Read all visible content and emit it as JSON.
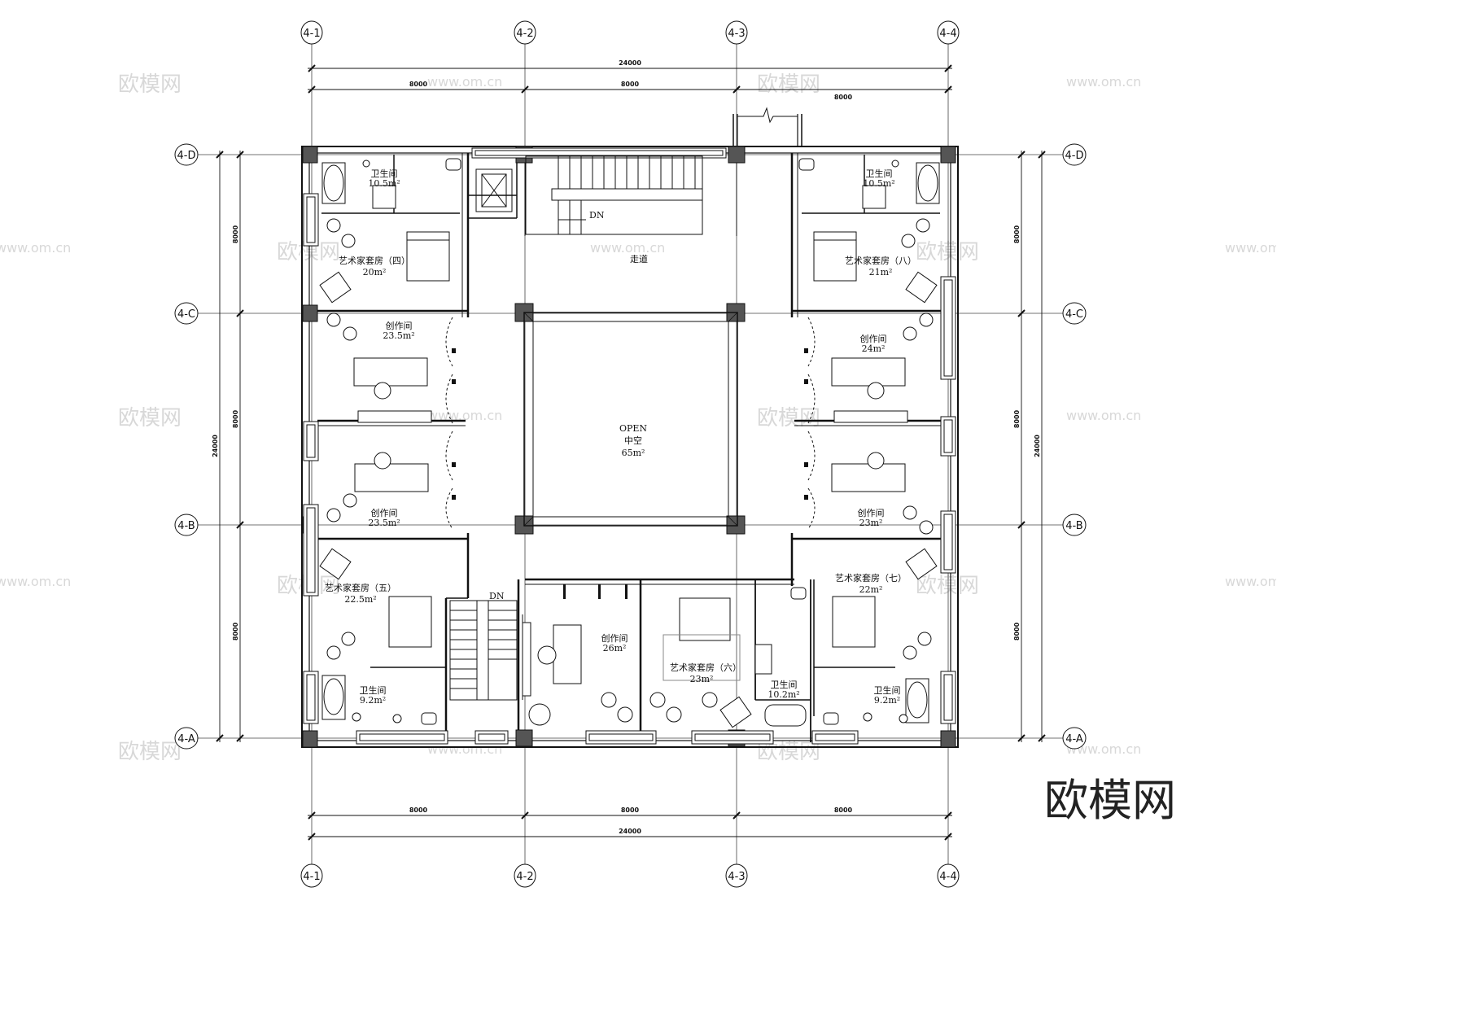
{
  "grid": {
    "columns": [
      "4-1",
      "4-2",
      "4-3",
      "4-4"
    ],
    "rows": [
      "4-D",
      "4-C",
      "4-B",
      "4-A"
    ]
  },
  "dimensions": {
    "overall": "24000",
    "bay": "8000",
    "upper_right": "8000",
    "left_total": "24000",
    "left_bays": [
      "8000",
      "8000",
      "8000"
    ],
    "right_total": "24000",
    "right_bays": [
      "8000",
      "8000",
      "8000"
    ]
  },
  "rooms": {
    "bath_nw": {
      "name": "卫生间",
      "area": "10.5m²"
    },
    "bath_ne": {
      "name": "卫生间",
      "area": "10.5m²"
    },
    "suite_4": {
      "name": "艺术家套房（四）",
      "area": "20m²"
    },
    "suite_8": {
      "name": "艺术家套房（八）",
      "area": "21m²"
    },
    "corridor": {
      "name": "走道"
    },
    "studio_w1": {
      "name": "创作间",
      "area": "23.5m²"
    },
    "studio_e1": {
      "name": "创作间",
      "area": "24m²"
    },
    "atrium": {
      "name_en": "OPEN",
      "name": "中空",
      "area": "65m²"
    },
    "studio_w2": {
      "name": "创作间",
      "area": "23.5m²"
    },
    "studio_e2": {
      "name": "创作间",
      "area": "23m²"
    },
    "suite_5": {
      "name": "艺术家套房（五）",
      "area": "22.5m²"
    },
    "suite_7": {
      "name": "艺术家套房（七）",
      "area": "22m²"
    },
    "studio_s": {
      "name": "创作间",
      "area": "26m²"
    },
    "suite_6": {
      "name": "艺术家套房（六）",
      "area": "23m²"
    },
    "bath_s": {
      "name": "卫生间",
      "area": "10.2m²"
    },
    "bath_sw": {
      "name": "卫生间",
      "area": "9.2m²"
    },
    "bath_se": {
      "name": "卫生间",
      "area": "9.2m²"
    }
  },
  "stairs": {
    "dn_label": "DN"
  },
  "watermark": {
    "brand": "欧模网",
    "url": "www.om.cn"
  }
}
